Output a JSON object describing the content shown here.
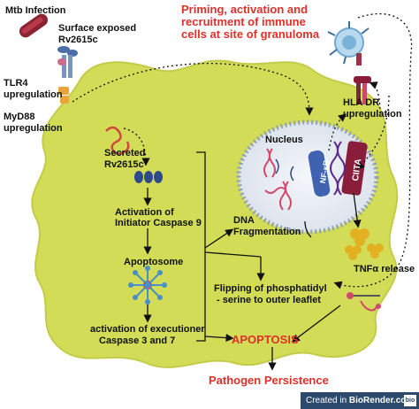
{
  "labels": {
    "mtb_infection": "Mtb Infection",
    "surface_exposed_1": "Surface exposed",
    "surface_exposed_2": "Rv2615c",
    "tlr4_1": "TLR4",
    "tlr4_2": "upregulation",
    "myd88_1": "MyD88",
    "myd88_2": "upregulation",
    "priming_1": "Priming, activation and",
    "priming_2": "recruitment of immune",
    "priming_3": "cells at site of granuloma",
    "hla_1": "HLA DR",
    "hla_2": "upregulation",
    "nucleus": "Nucleus",
    "nfkb": "NF-κB",
    "ciita": "CIITA",
    "secreted_1": "Secreted",
    "secreted_2": "Rv2615c",
    "activation_caspase_1": "Activation of",
    "activation_caspase_2": "Initiator Caspase 9",
    "apoptosome": "Apoptosome",
    "executioner_1": "activation of executioner",
    "executioner_2": "Caspase 3 and 7",
    "dna_1": "DNA",
    "dna_2": "Fragmentation",
    "tnf": "TNFα release",
    "flipping_1": "Flipping of phosphatidyl",
    "flipping_2": "- serine to outer leaflet",
    "apoptosis": "APOPTOSIS",
    "pathogen": "Pathogen Persistence"
  },
  "footer": {
    "prefix": "Created in ",
    "brand": "BioRender.com",
    "badge": "bio"
  },
  "colors": {
    "cell": "#d2dc57",
    "red_text": "#e0302a",
    "footer_bg": "#2c4a6b"
  }
}
